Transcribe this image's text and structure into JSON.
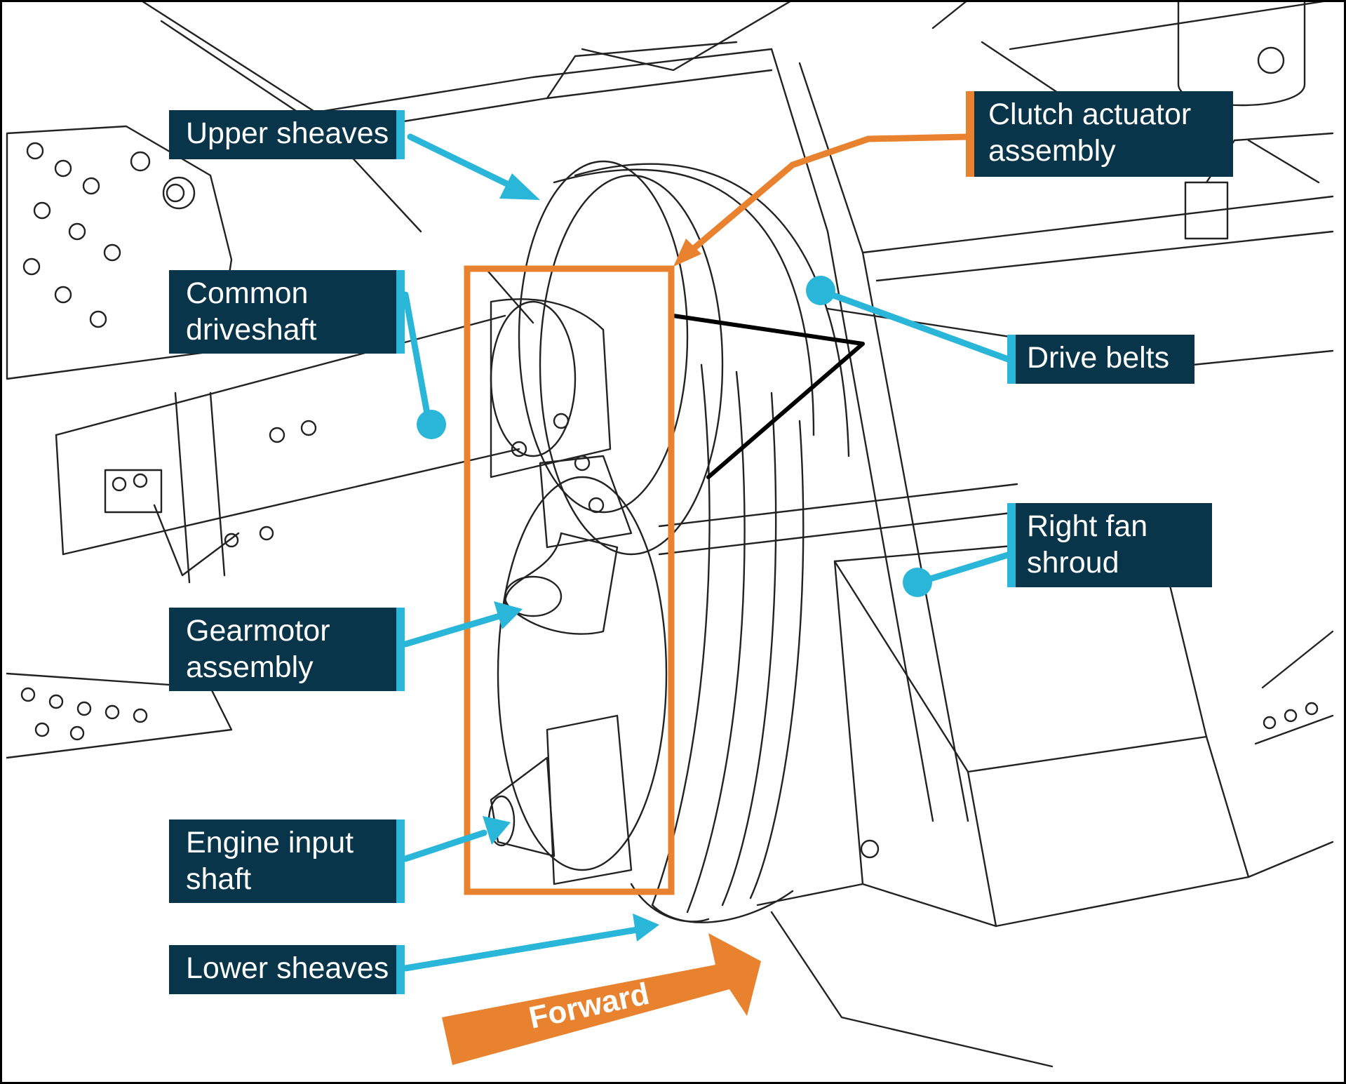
{
  "labels": {
    "upper_sheaves": "Upper sheaves",
    "common_driveshaft": "Common\ndriveshaft",
    "gearmotor_assembly": "Gearmotor\nassembly",
    "engine_input_shaft": "Engine input\nshaft",
    "lower_sheaves": "Lower sheaves",
    "clutch_actuator_assembly": "Clutch actuator\nassembly",
    "drive_belts": "Drive belts",
    "right_fan_shroud": "Right fan\nshroud",
    "forward": "Forward"
  },
  "colors": {
    "label_background": "#083549",
    "label_text": "#ffffff",
    "leader_cyan": "#29b6d8",
    "highlight_orange": "#e8822f",
    "line_art": "#000000"
  }
}
